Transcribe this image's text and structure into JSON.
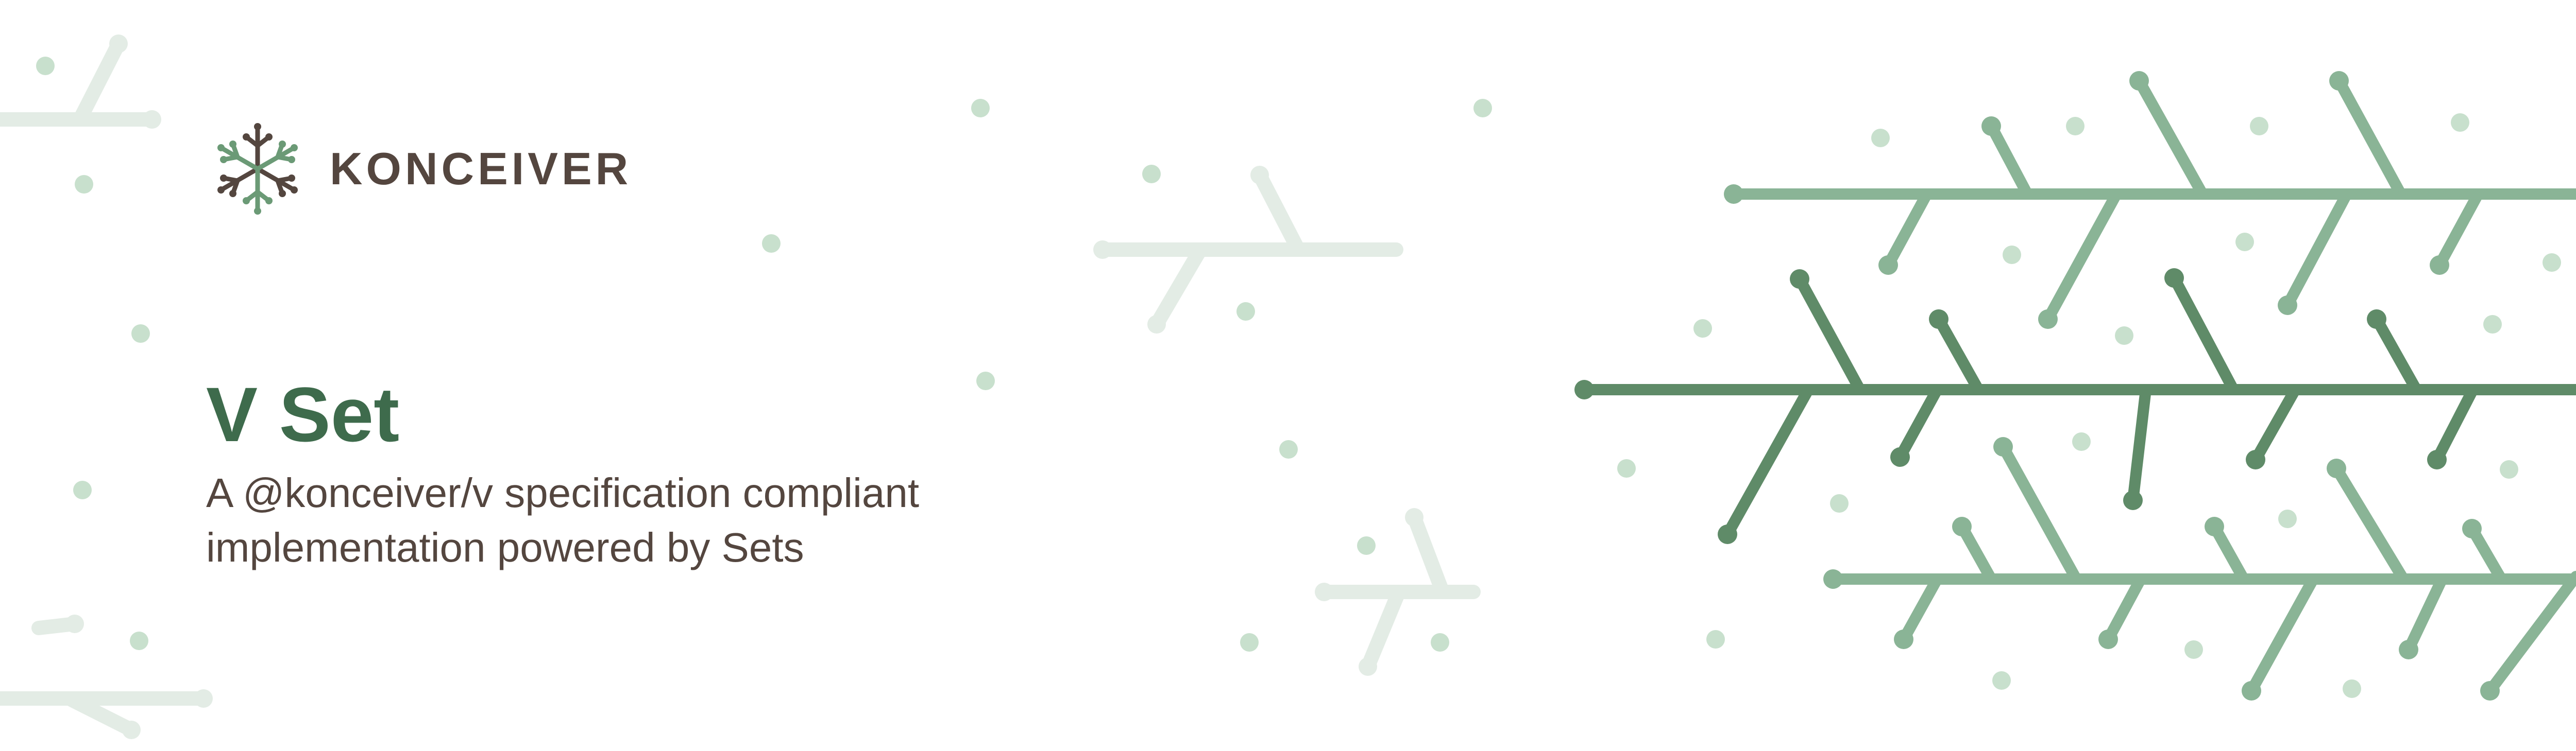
{
  "brand": {
    "logo_icon": "snowflake-branch-logo-icon",
    "name": "KONCEIVER"
  },
  "hero": {
    "title": "V Set",
    "subtitle_line_1": "A @konceiver/v specification compliant",
    "subtitle_line_2": "implementation powered by Sets"
  },
  "decoration": {
    "pattern_icon": "branch-network-pattern-icon"
  },
  "colors": {
    "background": "#ffffff",
    "brand_text": "#54463f",
    "title_green": "#3e6b4c",
    "branch_dark": "#5f8b68",
    "branch_medium": "#8ab496",
    "branch_light": "#c9dfcf",
    "faint_branch": "#e3ece5",
    "dot": "#c8e0cd",
    "logo_dark": "#54463f",
    "logo_green": "#6b9a76"
  }
}
